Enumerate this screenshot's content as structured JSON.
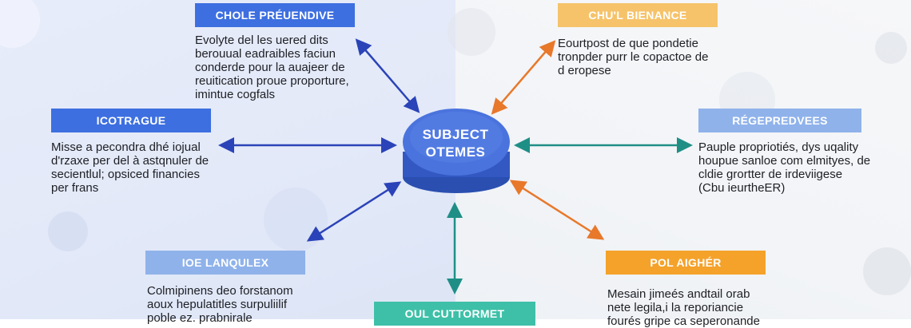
{
  "hub": {
    "line1": "SUBJECT",
    "line2": "OTEMES"
  },
  "colors": {
    "blue": "#3d6fe0",
    "light_blue": "#8fb2ea",
    "orange": "#f4a22a",
    "light_orange": "#f6c36a",
    "teal": "#3ec0a8",
    "hub_top": "#4a73dd",
    "arrow_blue": "#2b43b8",
    "arrow_orange": "#e8782a",
    "arrow_teal": "#1f8f86"
  },
  "nodes": {
    "top_left": {
      "label": "CHOLE PRÉUENDIVE",
      "lines": [
        "Evolyte del les uered dits",
        "berouual eadraibles faciun",
        "conderde pour la auajeer de",
        "reuitication proue proporture,",
        "imintue cogfals"
      ]
    },
    "mid_left": {
      "label": "ICOTRAGUE",
      "lines": [
        "Misse a pecondra dhé iojual",
        "d'rzaxe per del à astqnuler de",
        "secientlul; opsiced financies",
        "per frans"
      ]
    },
    "bottom_left": {
      "label": "IOE LANQULEX",
      "lines": [
        "Colmipinens deo forstanom",
        "aoux hepulatitles surpuliilif",
        "poble ez. prabnirale"
      ]
    },
    "top_right": {
      "label": "CHU'L BIENANCE",
      "lines": [
        "Eourtpost de que pondetie",
        "tronpder purr le copactoe de",
        "d eropese"
      ]
    },
    "mid_right": {
      "label": "RÉGEPREDVEES",
      "lines": [
        "Pauple propriotiés, dys uqality",
        "houpue sanloe com elmityes, de",
        "cldie grortter de irdeviigese",
        "(Cbu ieurtheER)"
      ]
    },
    "bottom_right": {
      "label": "POL AIGHÉR",
      "lines": [
        "Mesain jimeés andtail orab",
        "nete legila,i la reporiancie",
        "fourés gripe ca seperonande"
      ]
    },
    "bottom_center": {
      "label": "OUL CUTTORMET"
    }
  }
}
